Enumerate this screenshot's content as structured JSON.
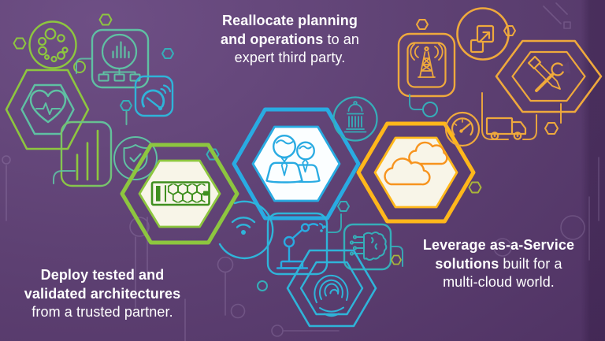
{
  "colors": {
    "background_top": "#6E4F85",
    "background": "#5E4173",
    "background_deep": "#4F3263",
    "green": "#8DC63F",
    "green_dark": "#3F8F1F",
    "teal_green": "#5FC0A3",
    "teal": "#35AEB9",
    "cyan": "#2FB4D9",
    "blue": "#29ABE2",
    "gold": "#EFA93C",
    "yellow": "#FFB71B",
    "orange": "#F7941E",
    "olive": "#A9B43B",
    "cream": "#F8F5E8",
    "white": "#FFFFFF",
    "dot": "#EDE9F4"
  },
  "captions": {
    "top": {
      "line1_bold": "Reallocate planning",
      "line2_bold": "and operations",
      "line2_regular": " to an",
      "line3": "expert third party."
    },
    "left": {
      "line1_bold": "Deploy tested and",
      "line2_bold": "validated architectures",
      "line3": "from a trusted partner."
    },
    "right": {
      "line1_bold": "Leverage as-a-Service",
      "line2_bold": "solutions",
      "line2_regular": " built for a",
      "line3": "multi-cloud world."
    }
  },
  "hexagons": [
    {
      "name": "server-rack-hexagon",
      "accent": "#8DC63F",
      "fill": "#F8F5E8",
      "icon": "server-rack-icon"
    },
    {
      "name": "consultants-hexagon",
      "accent": "#29ABE2",
      "fill": "#FBFEFF",
      "icon": "consultants-icon"
    },
    {
      "name": "multi-cloud-hexagon",
      "accent": "#FFB71B",
      "fill": "#F8F5E8",
      "icon": "clouds-icon"
    }
  ],
  "icons": [
    "loading-bubbles-icon",
    "heartbeat-icon",
    "analytics-network-icon",
    "gauge-icon",
    "bar-chart-icon",
    "shield-check-icon",
    "server-rack-icon",
    "consultants-icon",
    "government-building-icon",
    "clouds-icon",
    "wifi-icon",
    "robot-arm-icon",
    "ai-brain-icon",
    "fingerprint-icon",
    "radio-tower-icon",
    "expand-icon",
    "tools-icon",
    "truck-icon",
    "speedometer-icon"
  ]
}
